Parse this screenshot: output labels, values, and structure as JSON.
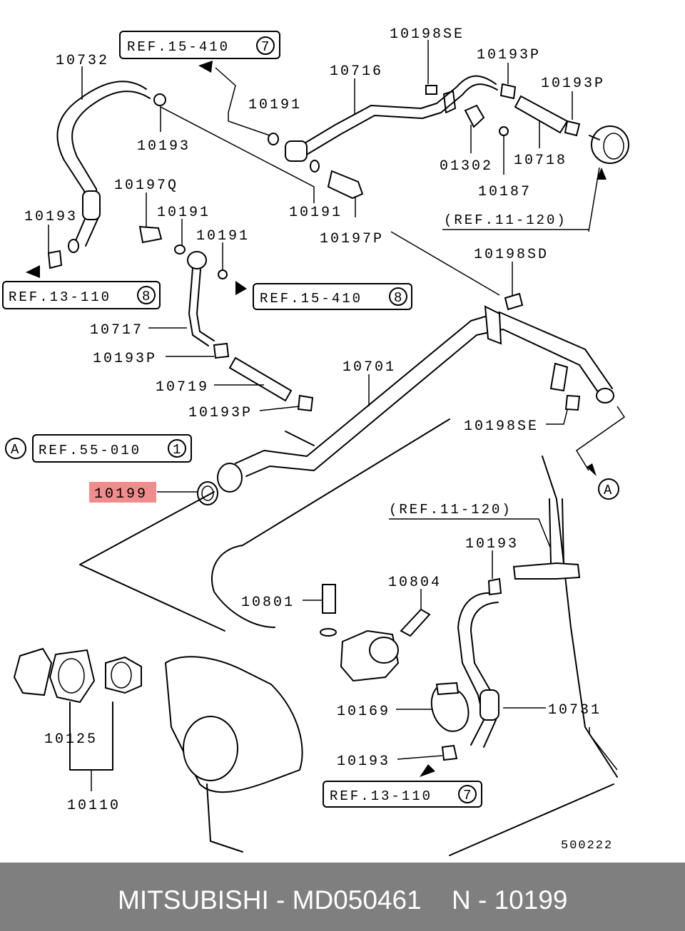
{
  "diagram": {
    "ref_boxes": {
      "ref_15_410_top": {
        "text": "REF.15-410",
        "num": "7"
      },
      "ref_13_110_left": {
        "text": "REF.13-110",
        "num": "8"
      },
      "ref_15_410_mid": {
        "text": "REF.15-410",
        "num": "8"
      },
      "ref_55_010": {
        "text": "REF.55-010",
        "num": "1"
      },
      "ref_13_110_bottom": {
        "text": "REF.13-110",
        "num": "7"
      }
    },
    "ref_paren": {
      "ref_11_120_top": "(REF.11-120)",
      "ref_11_120_mid": "(REF.11-120)"
    },
    "circle_a": "A",
    "labels": {
      "p10732": "10732",
      "p10716": "10716",
      "p10198SE_top": "10198SE",
      "p10193P_a": "10193P",
      "p10193P_b": "10193P",
      "p10191_top": "10191",
      "p10193_top": "10193",
      "p01302": "01302",
      "p10718": "10718",
      "p10187": "10187",
      "p10191_b": "10191",
      "p10197P": "10197P",
      "p10197Q": "10197Q",
      "p10191_c": "10191",
      "p10191_d": "10191",
      "p10193_left": "10193",
      "p10198SD": "10198SD",
      "p10717": "10717",
      "p10193P_c": "10193P",
      "p10701": "10701",
      "p10719": "10719",
      "p10193P_d": "10193P",
      "p10198SE_mid": "10198SE",
      "p10199": "10199",
      "p10193_right": "10193",
      "p10804": "10804",
      "p10801": "10801",
      "p10169": "10169",
      "p10731": "10731",
      "p10193_bottom": "10193",
      "p10125": "10125",
      "p10110": "10110",
      "diagram_code": "500222"
    },
    "highlight_color": "#f28b8b"
  },
  "footer": {
    "brand_line": "MITSUBISHI - MD050461",
    "part_ref": "N - 10199"
  }
}
